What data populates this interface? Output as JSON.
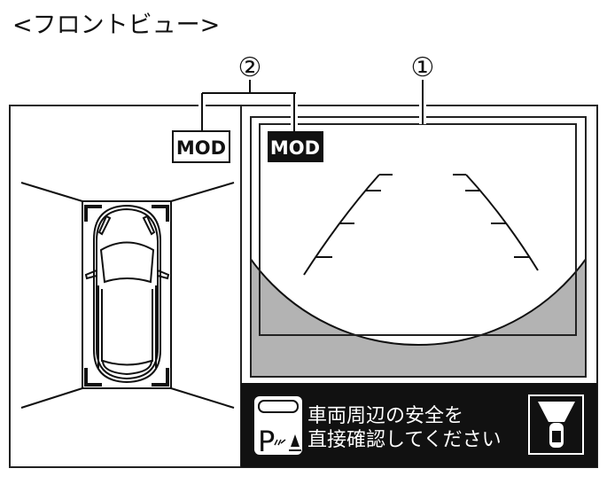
{
  "title": "<フロントビュー>",
  "callouts": {
    "one": "①",
    "two": "②"
  },
  "left_panel": {
    "mode_label": "MOD"
  },
  "camera_view": {
    "mode_label": "MOD"
  },
  "message": {
    "line1": "車両周辺の安全を",
    "line2": "直接確認してください",
    "parking_icon_letter": "P"
  },
  "colors": {
    "gray_area": "#b3b3b3",
    "panel_black": "#111111"
  }
}
